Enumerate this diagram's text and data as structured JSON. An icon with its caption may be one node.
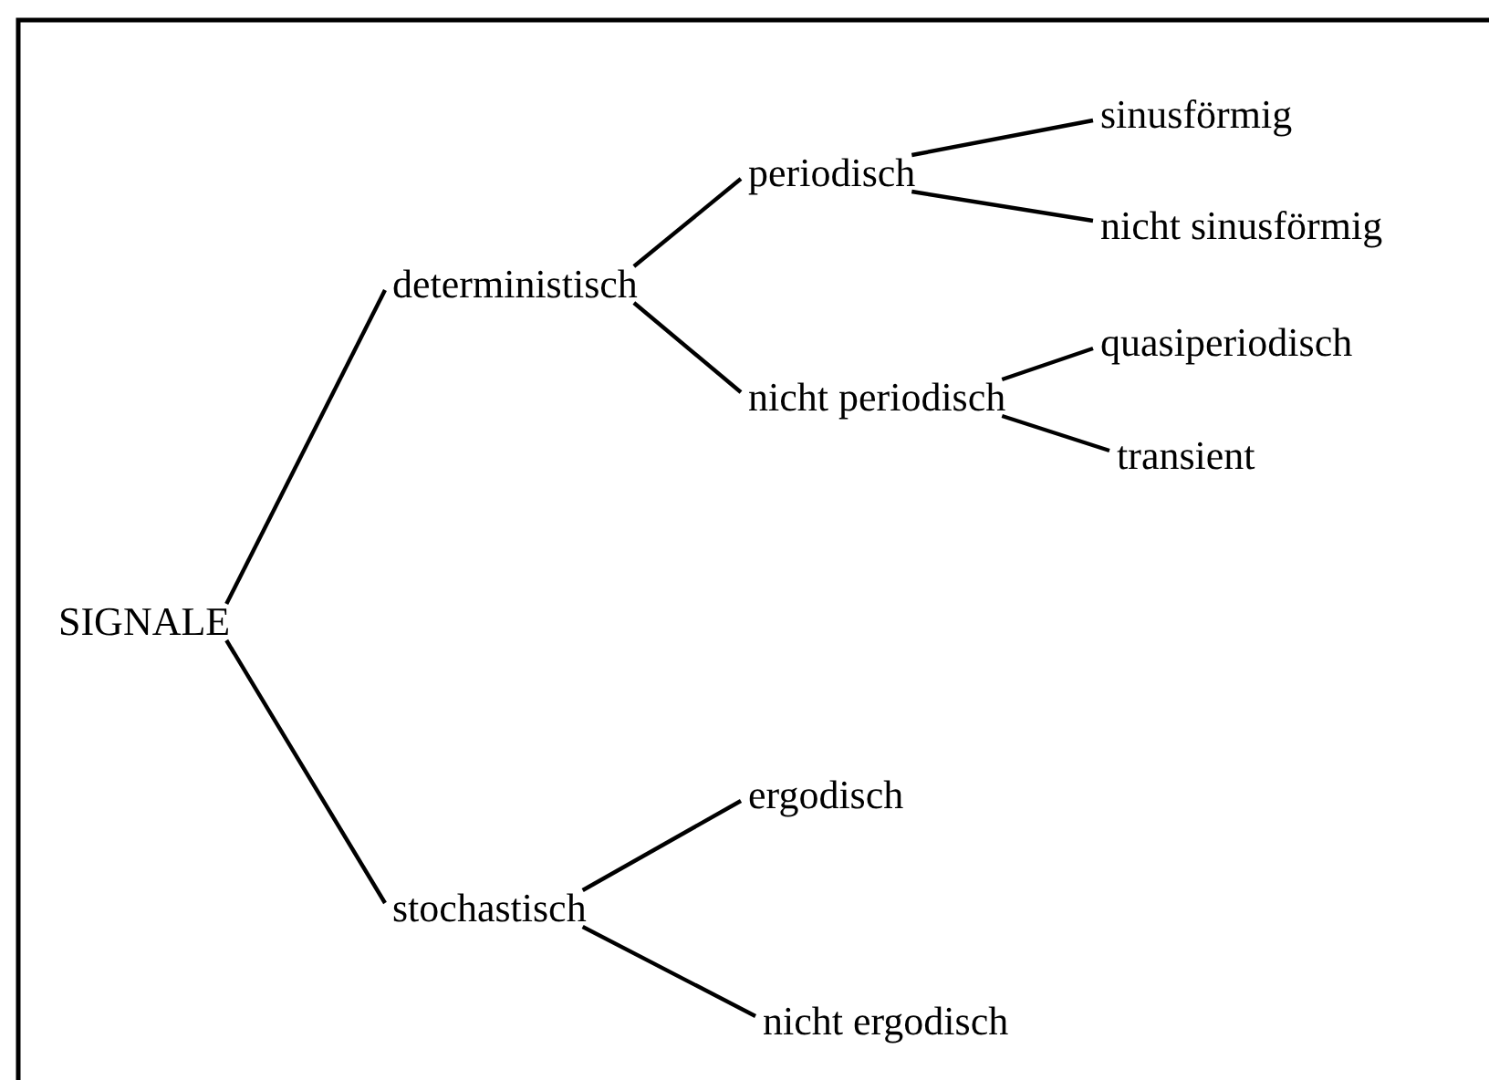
{
  "diagram": {
    "nodes": [
      {
        "text": [
          "SIGNALE"
        ]
      },
      {
        "text": [
          "deterministisch"
        ]
      },
      {
        "text": [
          "stochastisch"
        ]
      },
      {
        "text": [
          "periodisch"
        ]
      },
      {
        "text": [
          "nicht periodisch"
        ]
      },
      {
        "text": [
          "sinusförmig"
        ]
      },
      {
        "text": [
          "nicht sinusförmig"
        ]
      },
      {
        "text": [
          "quasiperiodisch"
        ]
      },
      {
        "text": [
          "transient"
        ]
      },
      {
        "text": [
          "ergodisch"
        ]
      },
      {
        "text": [
          "nicht ergodisch"
        ]
      }
    ],
    "edges": [
      {
        "from": 0,
        "to": 1,
        "arrow": "none"
      },
      {
        "from": 0,
        "to": 2,
        "arrow": "none"
      },
      {
        "from": 1,
        "to": 3,
        "arrow": "none"
      },
      {
        "from": 1,
        "to": 4,
        "arrow": "none"
      },
      {
        "from": 3,
        "to": 5,
        "arrow": "none"
      },
      {
        "from": 3,
        "to": 6,
        "arrow": "none"
      },
      {
        "from": 4,
        "to": 7,
        "arrow": "none"
      },
      {
        "from": 4,
        "to": 8,
        "arrow": "none"
      },
      {
        "from": 2,
        "to": 9,
        "arrow": "none"
      },
      {
        "from": 2,
        "to": 10,
        "arrow": "none"
      }
    ]
  }
}
